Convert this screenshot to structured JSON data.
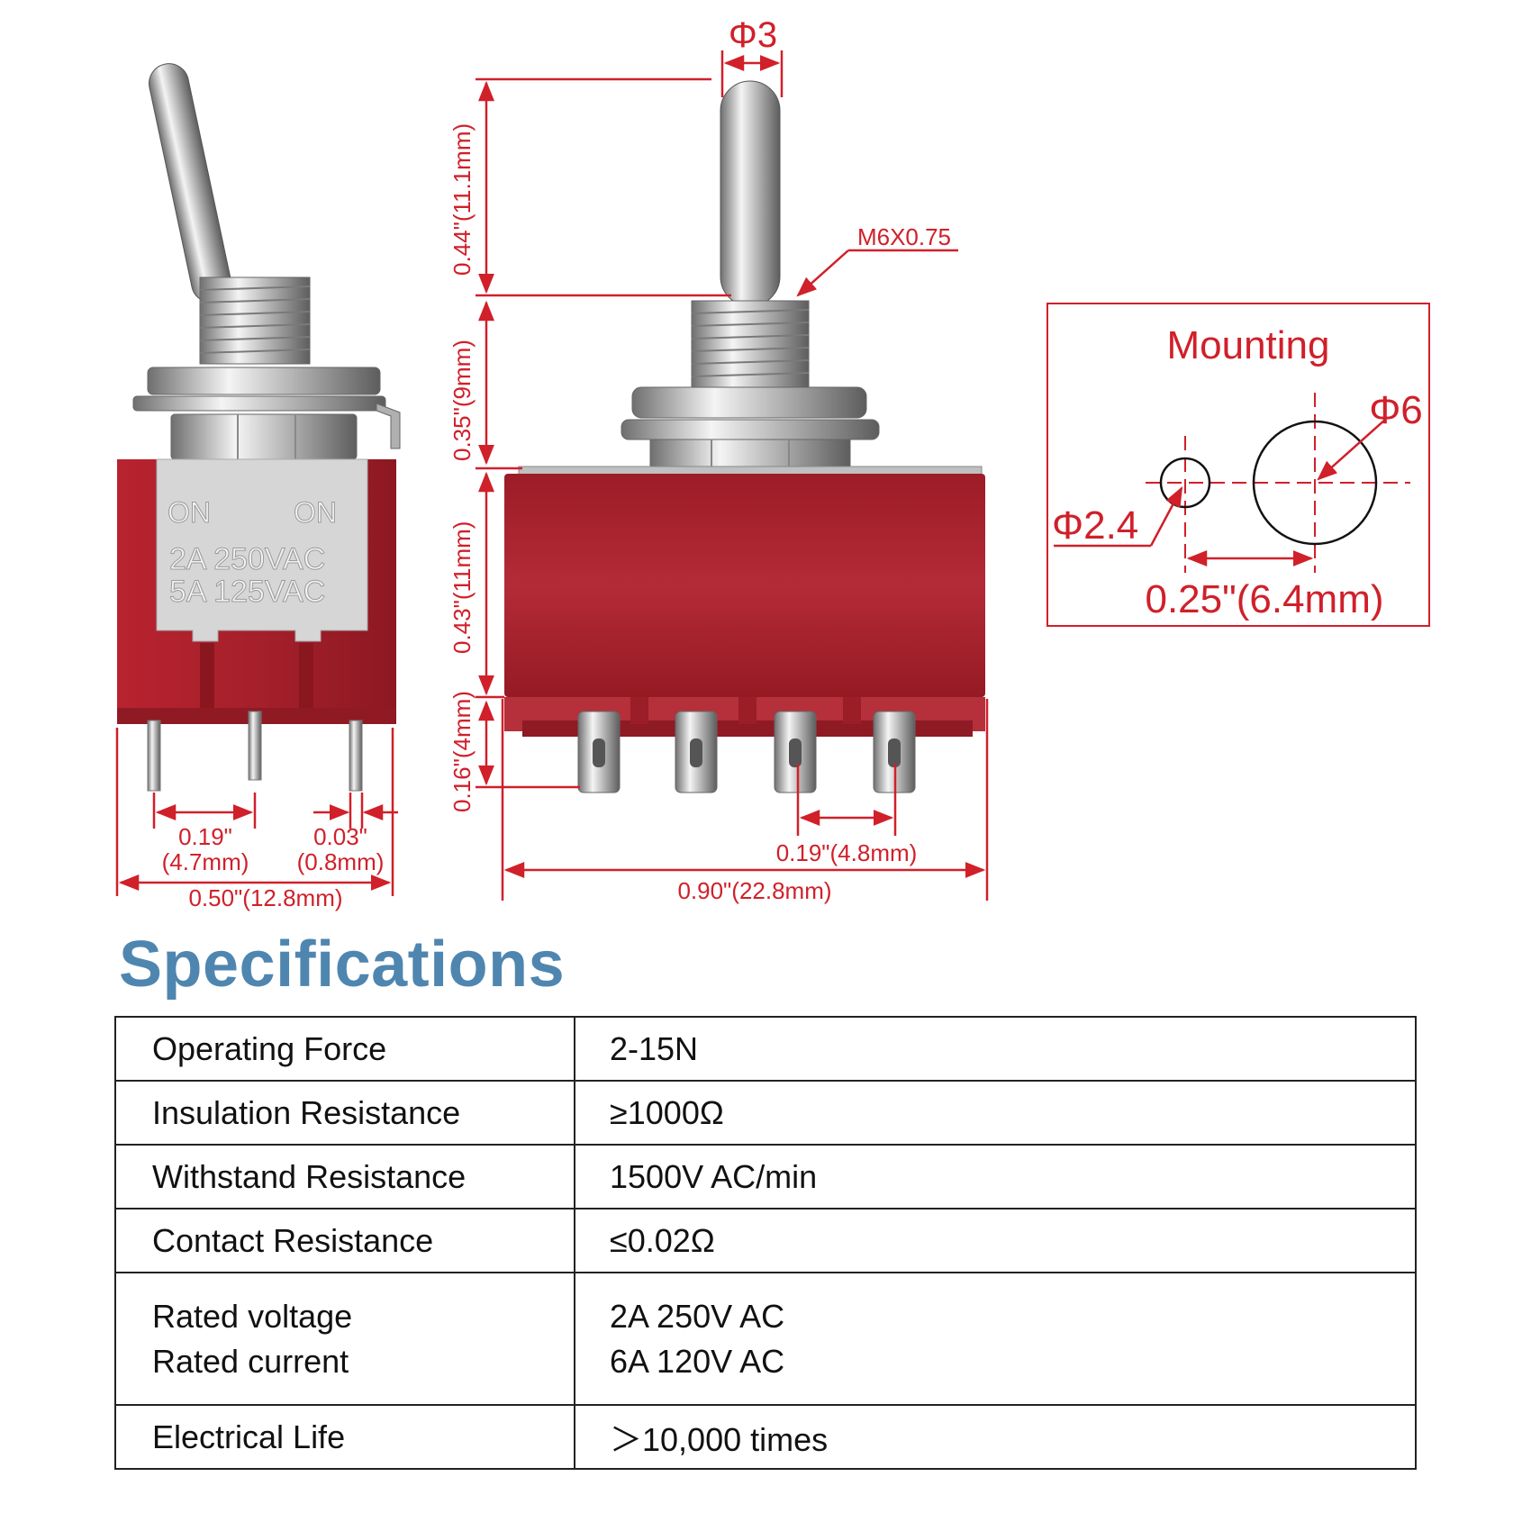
{
  "side_view": {
    "labels": {
      "left": "ON",
      "right": "ON"
    },
    "ratings": [
      "2A 250VAC",
      "5A 125VAC"
    ],
    "dims": {
      "pin_pitch": [
        "0.19\"",
        "(4.7mm)"
      ],
      "pin_thickness": [
        "0.03\"",
        "(0.8mm)"
      ],
      "width": "0.50\"(12.8mm)"
    }
  },
  "front_view": {
    "dims": {
      "lever_diameter": "Φ3",
      "lever_height": "0.44\"(11.1mm)",
      "thread": "M6X0.75",
      "bushing_height": "0.35\"(9mm)",
      "body_height": "0.43\"(11mm)",
      "pin_length": "0.16\"(4mm)",
      "pin_pitch": "0.19\"(4.8mm)",
      "width": "0.90\"(22.8mm)"
    }
  },
  "mounting": {
    "title": "Mounting",
    "hole_diameter": "Φ6",
    "key_diameter": "Φ2.4",
    "spacing": "0.25\"(6.4mm)"
  },
  "specifications": {
    "title": "Specifications",
    "rows": [
      {
        "label": "Operating Force",
        "value": "2-15N"
      },
      {
        "label": "Insulation Resistance",
        "value": "≥1000Ω"
      },
      {
        "label": "Withstand Resistance",
        "value": "1500V AC/min"
      },
      {
        "label": "Contact Resistance",
        "value": "≤0.02Ω"
      },
      {
        "label": "Rated voltage",
        "label2": "Rated current",
        "value": "2A 250V AC",
        "value2": "6A 120V AC"
      },
      {
        "label": "Electrical Life",
        "value": "＞10,000 times"
      }
    ]
  },
  "colors": {
    "dimension": "#d0202a",
    "switch_body": "#a8242e",
    "heading": "#4f86b0"
  }
}
